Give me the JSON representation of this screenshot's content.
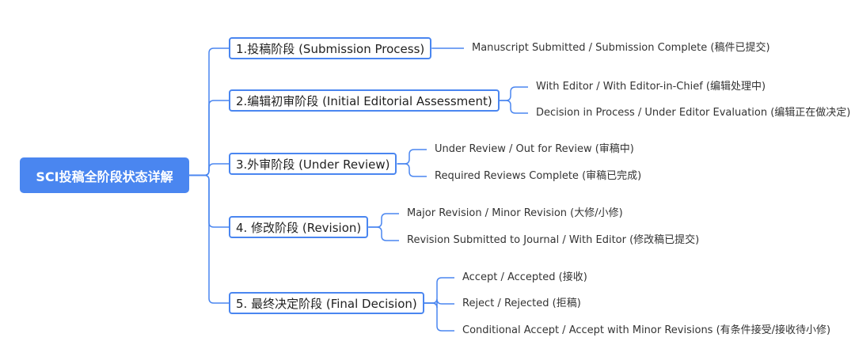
{
  "root": {
    "label": "SCI投稿全阶段状态详解"
  },
  "stages": [
    {
      "label": "1.投稿阶段 (Submission Process)",
      "statuses": [
        "Manuscript Submitted / Submission Complete (稿件已提交)"
      ]
    },
    {
      "label": "2.编辑初审阶段 (Initial Editorial Assessment)",
      "statuses": [
        "With Editor / With Editor-in-Chief (编辑处理中)",
        "Decision in Process / Under Editor Evaluation (编辑正在做决定)"
      ]
    },
    {
      "label": "3.外审阶段 (Under Review)",
      "statuses": [
        "Under Review / Out for Review (审稿中)",
        "Required Reviews Complete (审稿已完成)"
      ]
    },
    {
      "label": "4. 修改阶段 (Revision)",
      "statuses": [
        "Major Revision / Minor Revision (大修/小修)",
        "Revision Submitted to Journal / With Editor (修改稿已提交)"
      ]
    },
    {
      "label": "5. 最终决定阶段 (Final Decision)",
      "statuses": [
        "Accept / Accepted (接收)",
        "Reject / Rejected (拒稿)",
        "Conditional Accept / Accept with Minor Revisions (有条件接受/接收待小修)"
      ]
    }
  ],
  "colors": {
    "accent": "#4a86f0",
    "text": "#333333"
  }
}
